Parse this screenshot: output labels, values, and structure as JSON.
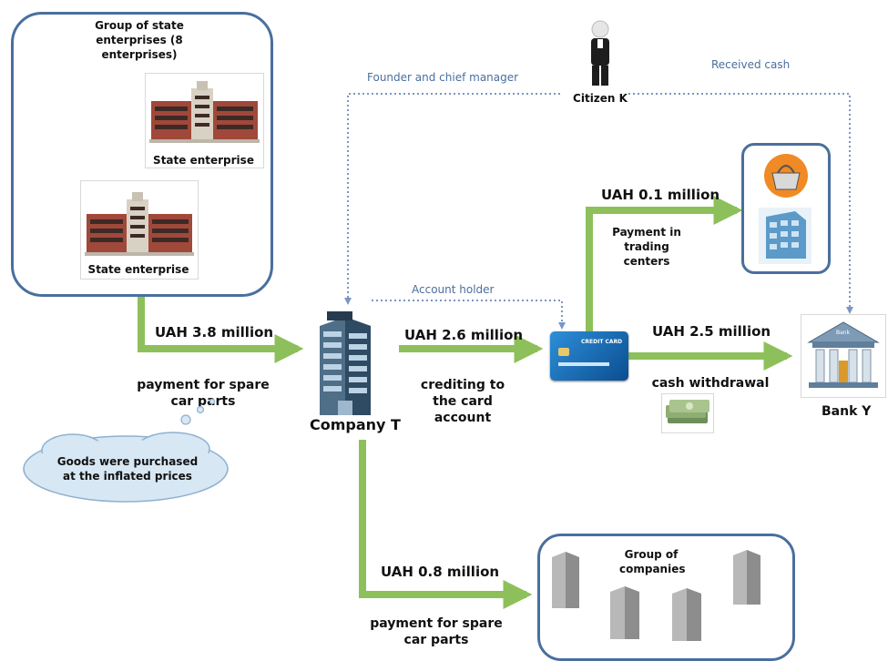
{
  "state_group": {
    "title": "Group of state enterprises (8 enterprises)",
    "enterprise_1_label": "State enterprise",
    "enterprise_2_label": "State enterprise"
  },
  "citizen": {
    "label": "Citizen K"
  },
  "links": {
    "founder": "Founder and chief manager",
    "received_cash": "Received cash",
    "account_holder": "Account holder"
  },
  "flows": {
    "to_company_amount": "UAH 3.8 million",
    "to_company_desc": "payment for spare car parts",
    "to_card_amount": "UAH 2.6 million",
    "to_card_desc": "crediting to the card account",
    "to_trading_amount": "UAH 0.1 million",
    "to_trading_desc": "Payment in trading centers",
    "to_bank_amount": "UAH 2.5 million",
    "to_bank_desc": "cash withdrawal",
    "to_group_amount": "UAH 0.8 million",
    "to_group_desc": "payment for spare car parts"
  },
  "nodes": {
    "company": "Company T",
    "bank": "Bank Y",
    "bank_sign": "Bank",
    "card_text": "CREDIT CARD",
    "companies_group": "Group of companies"
  },
  "note": {
    "text": "Goods were purchased at the inflated prices"
  },
  "colors": {
    "arrow": "#8dc05a",
    "box_border": "#4a6f9e",
    "dotted": "#7a96c2"
  }
}
